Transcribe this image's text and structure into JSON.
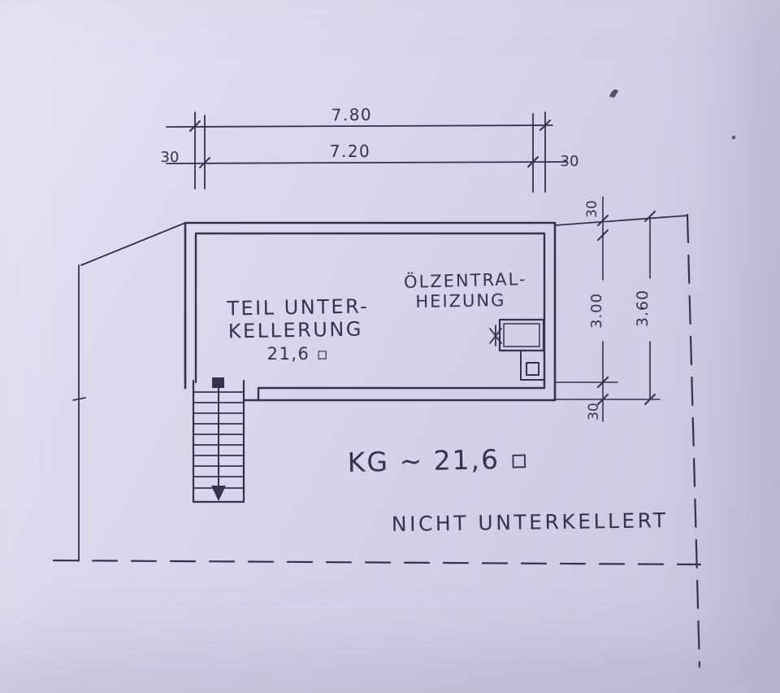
{
  "plan": {
    "room": {
      "label_line1": "TEIL UNTER-",
      "label_line2": "KELLERUNG",
      "area": "21,6 ▫"
    },
    "heating": {
      "label_line1": "ÖLZENTRAL-",
      "label_line2": "HEIZUNG"
    },
    "basement_total": "KG ~ 21,6 ▫",
    "no_basement": "NICHT UNTERKELLERT"
  },
  "dims": {
    "top_total": "7.80",
    "top_inner": "7.20",
    "top_wall_left": "30",
    "top_wall_right": "30",
    "right_wall_top": "30",
    "right_inner": "3.00",
    "right_wall_bottom": "30",
    "right_total": "3.60"
  },
  "colors": {
    "ink": "#34324e",
    "paper": "#d7d4e9"
  }
}
